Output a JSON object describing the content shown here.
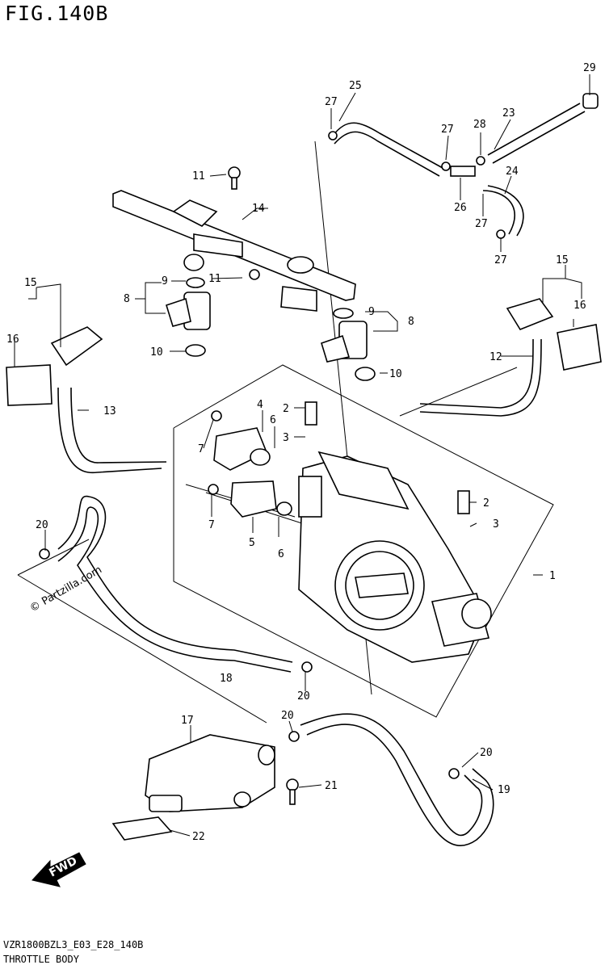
{
  "header": {
    "title": "FIG.140B"
  },
  "footer": {
    "code": "VZR1800BZL3_E03_E28_140B",
    "name": "THROTTLE BODY"
  },
  "watermark": "© Partzilla.com",
  "fwd_label": "FWD",
  "callouts": [
    "1",
    "2",
    "3",
    "4",
    "5",
    "6",
    "7",
    "8",
    "9",
    "10",
    "11",
    "12",
    "13",
    "14",
    "15",
    "16",
    "17",
    "18",
    "19",
    "20",
    "21",
    "22",
    "23",
    "24",
    "25",
    "26",
    "27",
    "28",
    "29"
  ]
}
